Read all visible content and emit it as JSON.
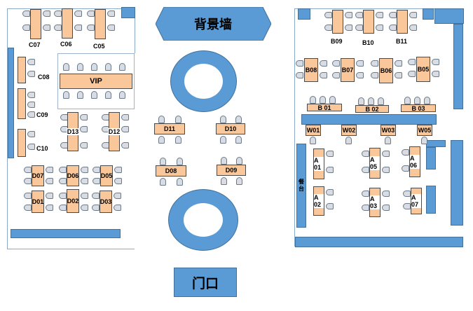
{
  "background_wall": {
    "label": "背景墙"
  },
  "entrance": {
    "label": "门口"
  },
  "service_counter": {
    "label_top": "餐",
    "label_bottom": "台"
  },
  "tables": {
    "c07": "C07",
    "c06": "C06",
    "c05": "C05",
    "c08": "C08",
    "c09": "C09",
    "c10": "C10",
    "vip": "VIP",
    "d13": "D13",
    "d12": "D12",
    "d11": "D11",
    "d10": "D10",
    "d07": "D07",
    "d06": "D06",
    "d05": "D05",
    "d01": "D01",
    "d02": "D02",
    "d03": "D03",
    "d08": "D08",
    "d09": "D09",
    "b09": "B09",
    "b10": "B10",
    "b11": "B11",
    "b08": "B08",
    "b07": "B07",
    "b06": "B06",
    "b05": "B05",
    "b01": "B 01",
    "b02": "B 02",
    "b03": "B 03",
    "w01": "W01",
    "w02": "W02",
    "w03": "W03",
    "w05": "W05",
    "a01": "A 01",
    "a05": "A 05",
    "a06": "A 06",
    "a02": "A 02",
    "a03": "A 03",
    "a07": "A 07"
  },
  "colors": {
    "table_fill": "#f9c79a",
    "fixture_blue": "#5b9bd5",
    "chair_fill": "#d9dde3",
    "wall_line": "#8aa8c8"
  }
}
